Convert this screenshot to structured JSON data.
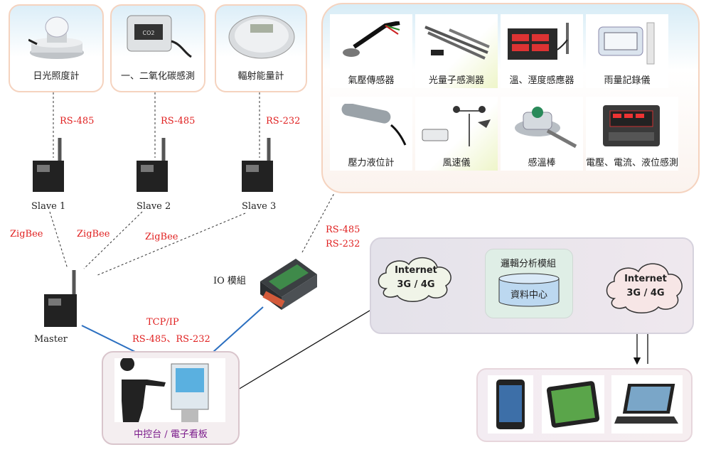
{
  "top_sensors": [
    {
      "label": "日光照度計",
      "protocol": "RS-485",
      "icon": "pyranometer-icon"
    },
    {
      "label": "一、二氧化碳感測",
      "protocol": "RS-485",
      "icon": "co2-sensor-icon"
    },
    {
      "label": "輻射能量計",
      "protocol": "RS-232",
      "icon": "radiation-meter-icon"
    }
  ],
  "sensor_grid": [
    {
      "label": "氣壓傳感器",
      "icon": "pressure-sensor-icon"
    },
    {
      "label": "光量子感測器",
      "icon": "quantum-sensor-icon"
    },
    {
      "label": "溫、溼度感應器",
      "icon": "humidity-sensor-icon"
    },
    {
      "label": "雨量記錄儀",
      "icon": "rain-logger-icon"
    },
    {
      "label": "壓力液位計",
      "icon": "level-gauge-icon"
    },
    {
      "label": "風速儀",
      "icon": "anemometer-icon"
    },
    {
      "label": "感溫棒",
      "icon": "temperature-probe-icon"
    },
    {
      "label": "電壓、電流、液位感測",
      "icon": "power-meter-icon"
    }
  ],
  "slaves": [
    "Slave 1",
    "Slave 2",
    "Slave 3"
  ],
  "zigbee": [
    "ZigBee",
    "ZigBee",
    "ZigBee"
  ],
  "master": "Master",
  "io_module": "IO 模組",
  "io_protocols": [
    "RS-485",
    "RS-232"
  ],
  "control_protocols": [
    "TCP/IP",
    "RS-485、RS-232"
  ],
  "control_label": "中控台 / 電子看板",
  "cloud_left": [
    "Internet",
    "3G / 4G"
  ],
  "cloud_right": [
    "Internet",
    "3G / 4G"
  ],
  "logic_module": "邏輯分析模組",
  "data_center": "資料中心",
  "devices": [
    "phone-icon",
    "tablet-icon",
    "laptop-icon"
  ],
  "colors": {
    "protocol_red": "#e02020",
    "blue_line": "#2b6fc0",
    "peach_border": "#f5d3bf"
  }
}
